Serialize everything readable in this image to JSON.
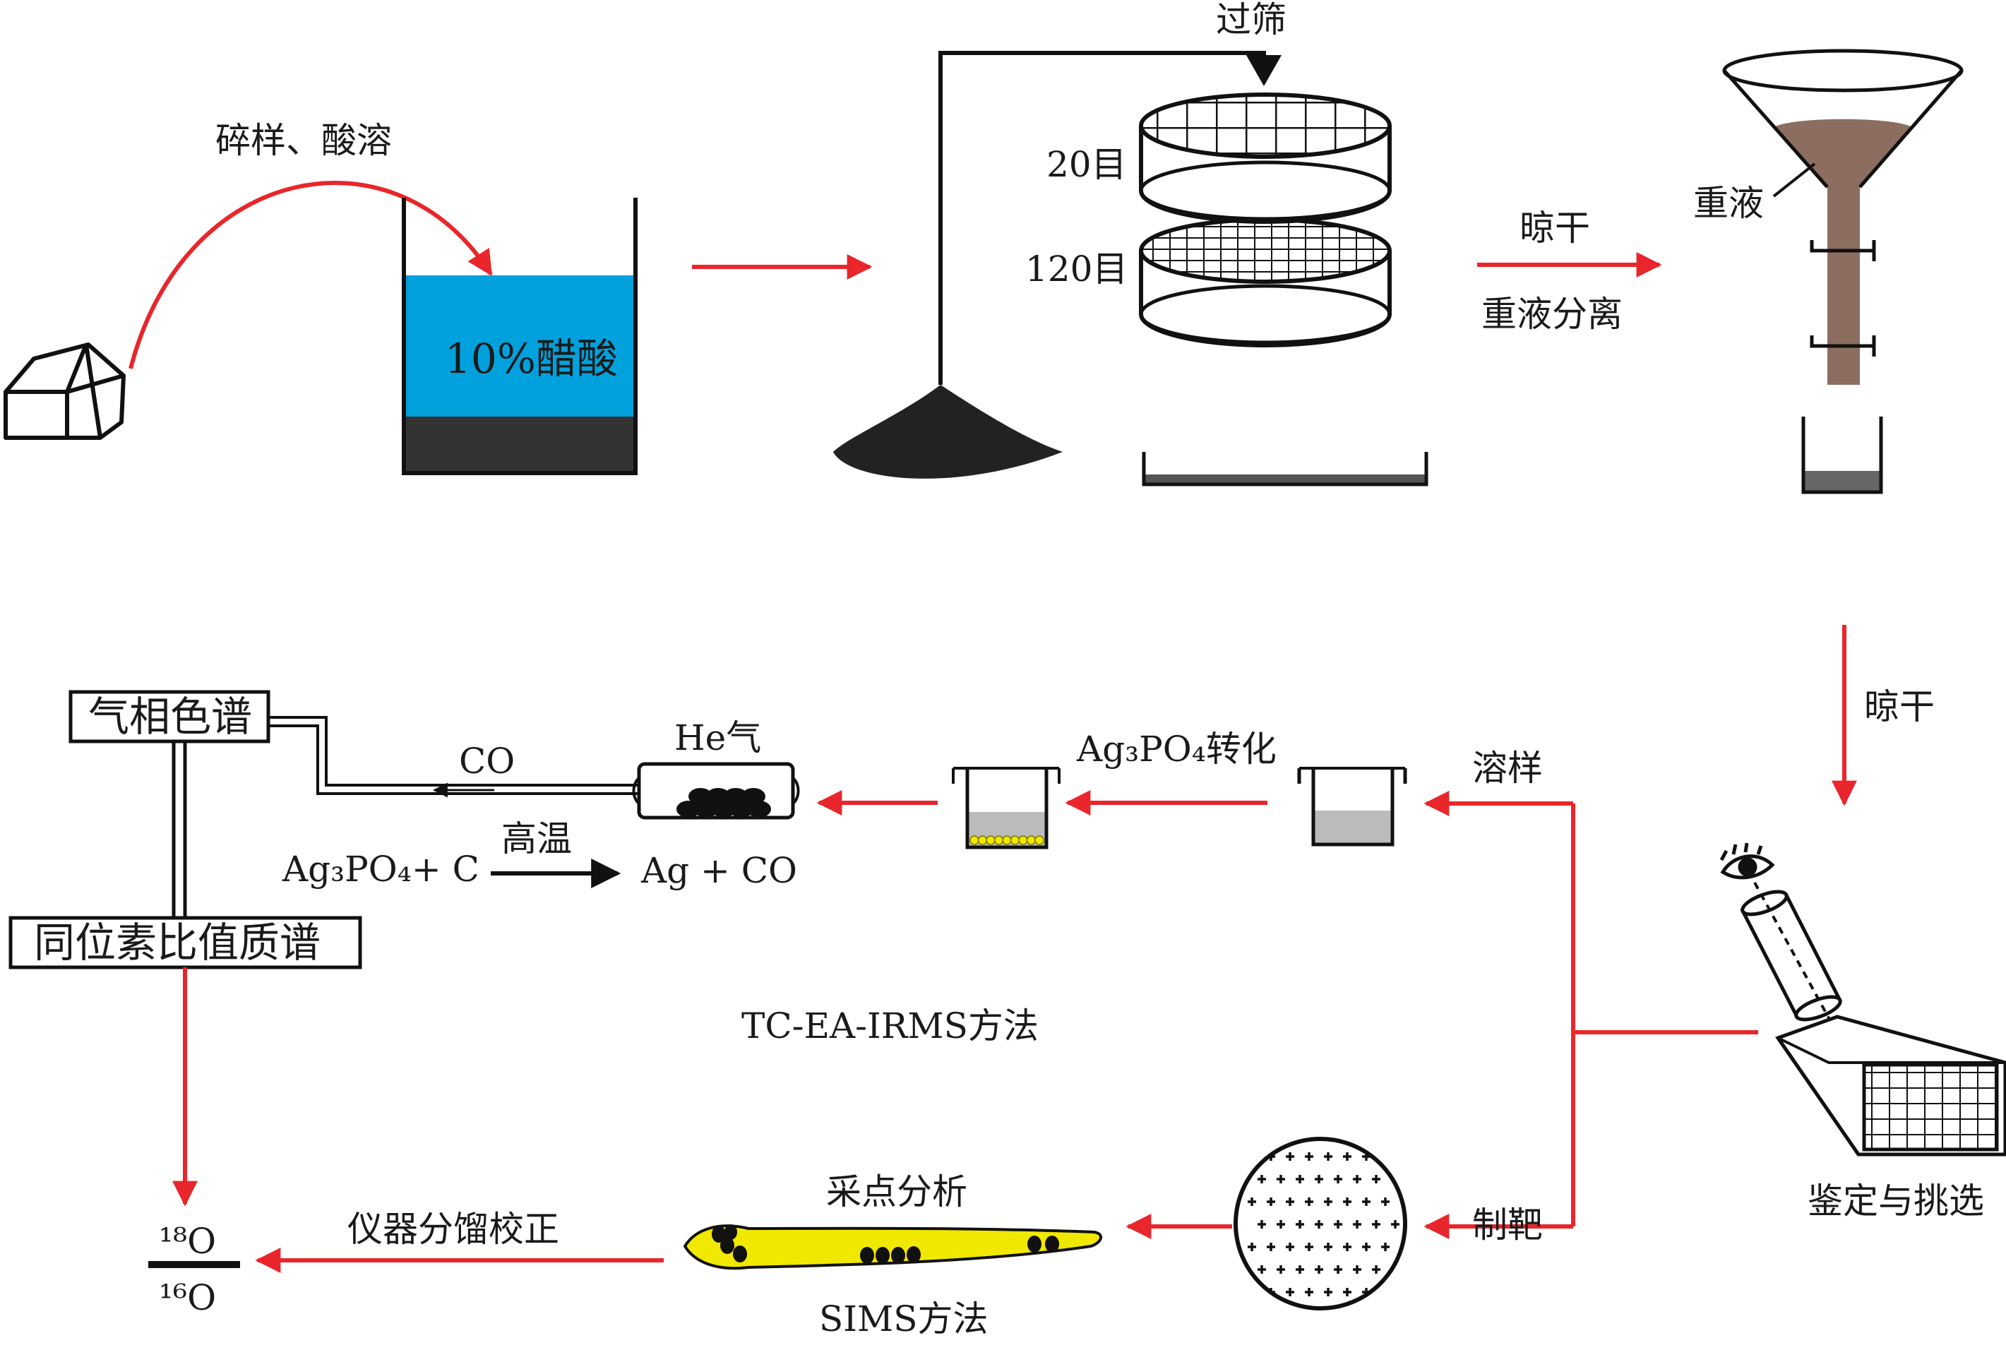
{
  "colors": {
    "arrow": "#e8262b",
    "acid": "#00a1dc",
    "sediment": "#333333",
    "heavy_liquid": "#8b6e60",
    "crystal": "#f1e800",
    "ag_dots": "#f1e800"
  },
  "labels": {
    "crush": "碎样、酸溶",
    "acid": "10%醋酸",
    "sieve": "过筛",
    "mesh20": "20目",
    "mesh120": "120目",
    "dry1": "晾干",
    "separation": "重液分离",
    "heavy_liquid": "重液",
    "dry2": "晾干",
    "identify": "鉴定与挑选",
    "dissolve": "溶样",
    "target": "制靶",
    "convert": "Ag₃PO₄转化",
    "he": "He气",
    "co": "CO",
    "gc": "气相色谱",
    "irms": "同位素比值质谱",
    "high_temp": "高温",
    "reactant": "Ag₃PO₄+ C",
    "product": "Ag + CO",
    "tcea": "TC-EA-IRMS方法",
    "spot": "采点分析",
    "sims": "SIMS方法",
    "fractionation": "仪器分馏校正",
    "o18": "¹⁸O",
    "o16": "¹⁶O"
  }
}
